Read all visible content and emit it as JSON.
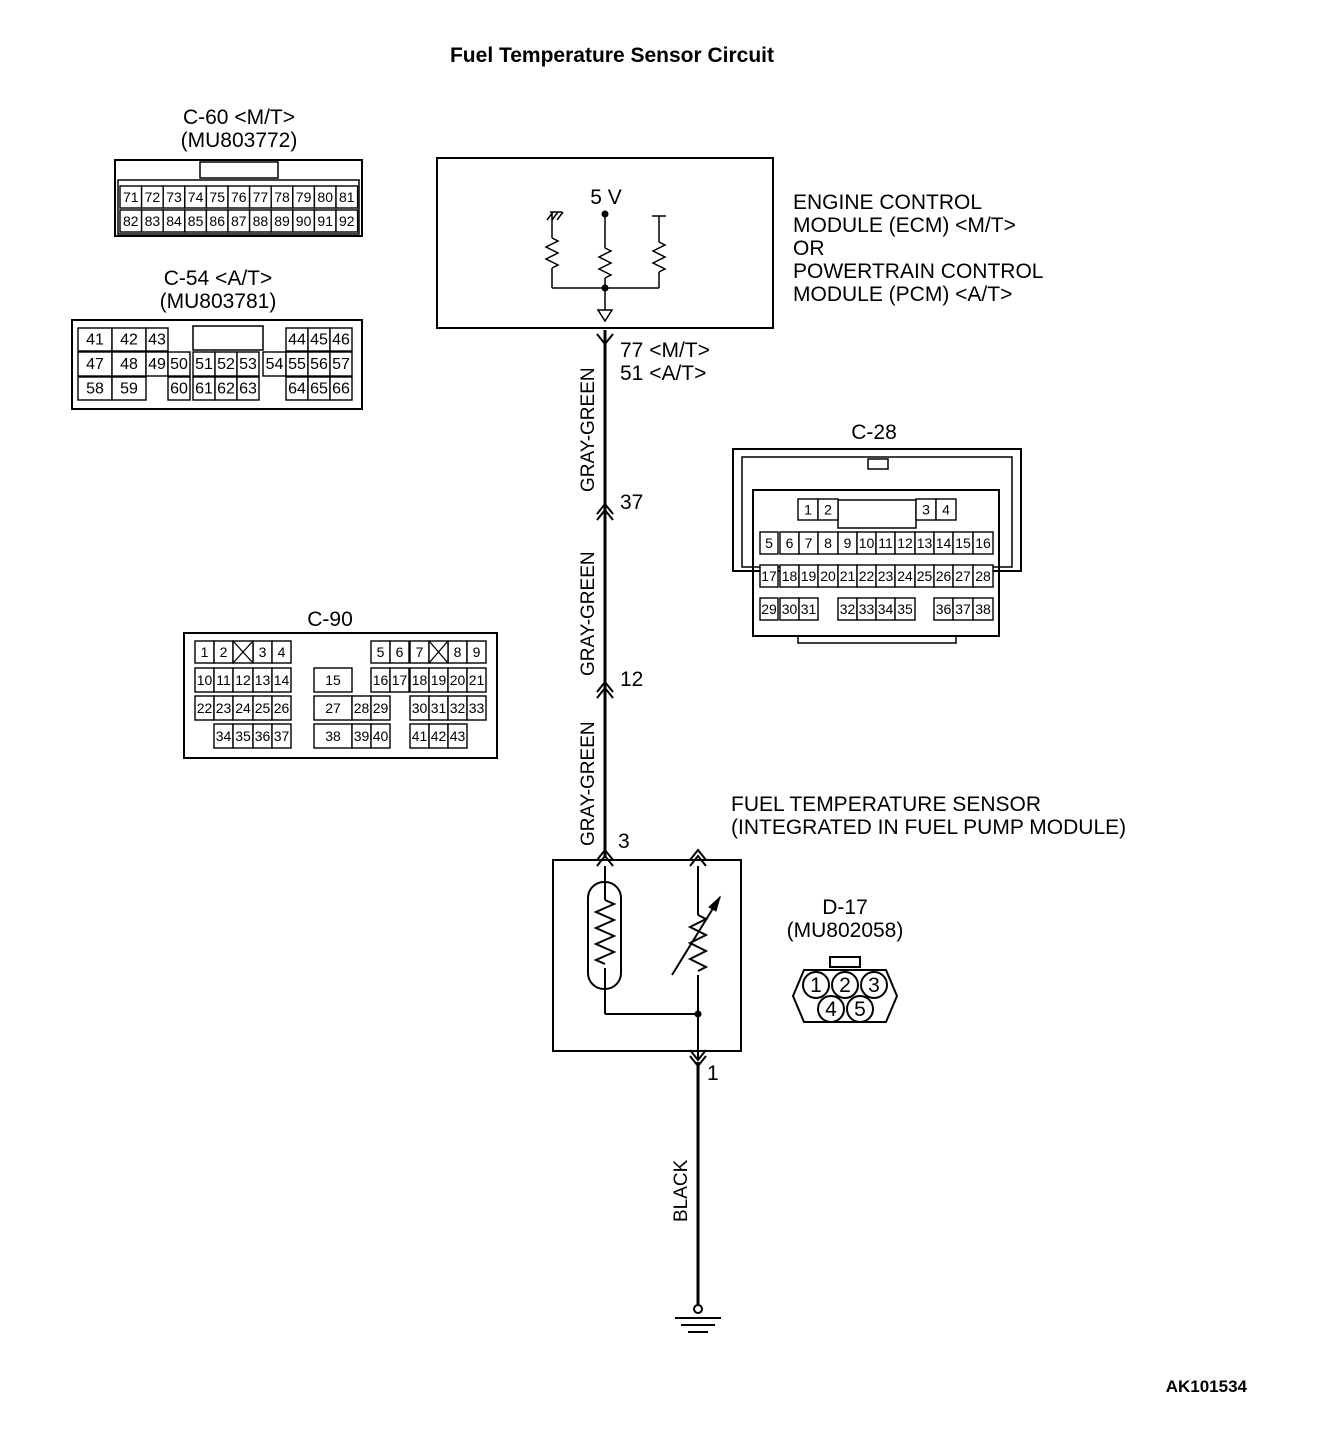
{
  "title": "Fuel Temperature Sensor Circuit",
  "figure_id": "AK101534",
  "ecm": {
    "supply": "5 V",
    "label_lines": [
      "ENGINE CONTROL",
      "MODULE (ECM) <M/T>",
      "OR",
      "POWERTRAIN CONTROL",
      "MODULE (PCM) <A/T>"
    ],
    "terminal_mt": "77 <M/T>",
    "terminal_at": "51 <A/T>"
  },
  "wires": {
    "signal_color": "GRAY-GREEN",
    "ground_color": "BLACK"
  },
  "junction_pins": {
    "c28": "37",
    "c90": "12",
    "sensor_signal": "3",
    "sensor_ground": "1"
  },
  "sensor": {
    "label_lines": [
      "FUEL TEMPERATURE SENSOR",
      "(INTEGRATED IN FUEL PUMP MODULE)"
    ]
  },
  "connectors": {
    "c60": {
      "name": "C-60 <M/T>",
      "part": "(MU803772)",
      "row1": [
        "71",
        "72",
        "73",
        "74",
        "75",
        "76",
        "77",
        "78",
        "79",
        "80",
        "81"
      ],
      "row2": [
        "82",
        "83",
        "84",
        "85",
        "86",
        "87",
        "88",
        "89",
        "90",
        "91",
        "92"
      ]
    },
    "c54": {
      "name": "C-54 <A/T>",
      "part": "(MU803781)",
      "row1": [
        "41",
        "42",
        "43",
        "44",
        "45",
        "46"
      ],
      "row2": [
        "47",
        "48",
        "49",
        "50",
        "51",
        "52",
        "53",
        "54",
        "55",
        "56",
        "57"
      ],
      "row3": [
        "58",
        "59",
        "60",
        "61",
        "62",
        "63",
        "64",
        "65",
        "66"
      ]
    },
    "c28": {
      "name": "C-28",
      "row1": [
        "1",
        "2",
        "3",
        "4"
      ],
      "row2": [
        "5",
        "6",
        "7",
        "8",
        "9",
        "10",
        "11",
        "12",
        "13",
        "14",
        "15",
        "16"
      ],
      "row3": [
        "17",
        "18",
        "19",
        "20",
        "21",
        "22",
        "23",
        "24",
        "25",
        "26",
        "27",
        "28"
      ],
      "row4": [
        "29",
        "30",
        "31",
        "32",
        "33",
        "34",
        "35",
        "36",
        "37",
        "38"
      ]
    },
    "c90": {
      "name": "C-90",
      "row1": [
        "1",
        "2",
        "3",
        "4",
        "5",
        "6",
        "7",
        "8",
        "9"
      ],
      "row2": [
        "10",
        "11",
        "12",
        "13",
        "14",
        "15",
        "16",
        "17",
        "18",
        "19",
        "20",
        "21"
      ],
      "row3": [
        "22",
        "23",
        "24",
        "25",
        "26",
        "27",
        "28",
        "29",
        "30",
        "31",
        "32",
        "33"
      ],
      "row4": [
        "34",
        "35",
        "36",
        "37",
        "38",
        "39",
        "40",
        "41",
        "42",
        "43"
      ]
    },
    "d17": {
      "name": "D-17",
      "part": "(MU802058)",
      "pins": [
        "1",
        "2",
        "3",
        "4",
        "5"
      ]
    }
  }
}
